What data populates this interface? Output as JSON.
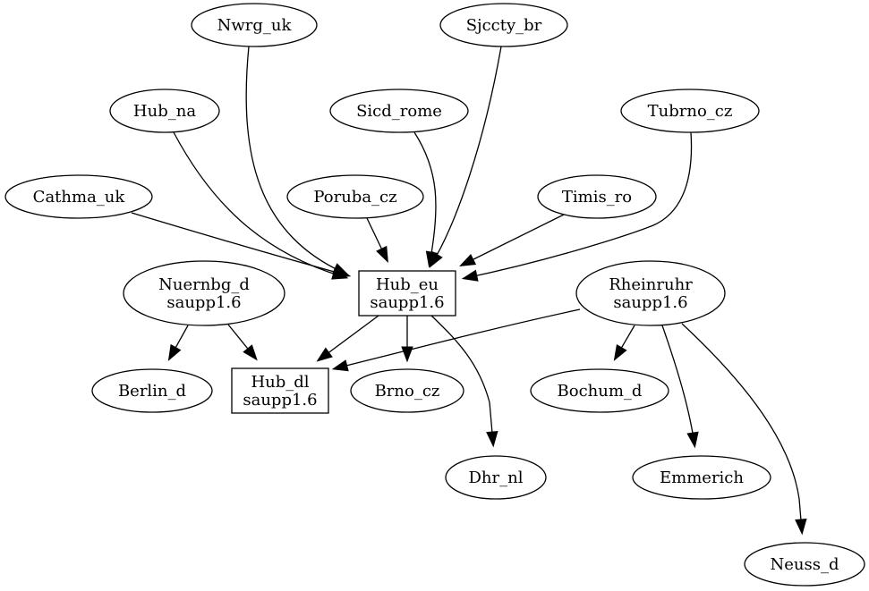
{
  "graph": {
    "nodes": [
      {
        "id": "nwrg_uk",
        "shape": "ellipse",
        "lines": [
          "Nwrg_uk"
        ]
      },
      {
        "id": "sjccty_br",
        "shape": "ellipse",
        "lines": [
          "Sjccty_br"
        ]
      },
      {
        "id": "hub_na",
        "shape": "ellipse",
        "lines": [
          "Hub_na"
        ]
      },
      {
        "id": "sicd_rome",
        "shape": "ellipse",
        "lines": [
          "Sicd_rome"
        ]
      },
      {
        "id": "tubrno_cz",
        "shape": "ellipse",
        "lines": [
          "Tubrno_cz"
        ]
      },
      {
        "id": "cathma_uk",
        "shape": "ellipse",
        "lines": [
          "Cathma_uk"
        ]
      },
      {
        "id": "poruba_cz",
        "shape": "ellipse",
        "lines": [
          "Poruba_cz"
        ]
      },
      {
        "id": "timis_ro",
        "shape": "ellipse",
        "lines": [
          "Timis_ro"
        ]
      },
      {
        "id": "hub_eu",
        "shape": "box",
        "lines": [
          "Hub_eu",
          "saupp1.6"
        ]
      },
      {
        "id": "nuernbg_d",
        "shape": "ellipse",
        "lines": [
          "Nuernbg_d",
          "saupp1.6"
        ]
      },
      {
        "id": "rheinruhr",
        "shape": "ellipse",
        "lines": [
          "Rheinruhr",
          "saupp1.6"
        ]
      },
      {
        "id": "berlin_d",
        "shape": "ellipse",
        "lines": [
          "Berlin_d"
        ]
      },
      {
        "id": "hub_dl",
        "shape": "box",
        "lines": [
          "Hub_dl",
          "saupp1.6"
        ]
      },
      {
        "id": "brno_cz",
        "shape": "ellipse",
        "lines": [
          "Brno_cz"
        ]
      },
      {
        "id": "bochum_d",
        "shape": "ellipse",
        "lines": [
          "Bochum_d"
        ]
      },
      {
        "id": "dhr_nl",
        "shape": "ellipse",
        "lines": [
          "Dhr_nl"
        ]
      },
      {
        "id": "emmerich",
        "shape": "ellipse",
        "lines": [
          "Emmerich"
        ]
      },
      {
        "id": "neuss_d",
        "shape": "ellipse",
        "lines": [
          "Neuss_d"
        ]
      }
    ],
    "edges": [
      {
        "from": "nwrg_uk",
        "to": "hub_eu"
      },
      {
        "from": "sjccty_br",
        "to": "hub_eu"
      },
      {
        "from": "hub_na",
        "to": "hub_eu"
      },
      {
        "from": "sicd_rome",
        "to": "hub_eu"
      },
      {
        "from": "tubrno_cz",
        "to": "hub_eu"
      },
      {
        "from": "cathma_uk",
        "to": "hub_eu"
      },
      {
        "from": "poruba_cz",
        "to": "hub_eu"
      },
      {
        "from": "timis_ro",
        "to": "hub_eu"
      },
      {
        "from": "hub_eu",
        "to": "hub_dl"
      },
      {
        "from": "hub_eu",
        "to": "brno_cz"
      },
      {
        "from": "hub_eu",
        "to": "dhr_nl"
      },
      {
        "from": "nuernbg_d",
        "to": "berlin_d"
      },
      {
        "from": "nuernbg_d",
        "to": "hub_dl"
      },
      {
        "from": "rheinruhr",
        "to": "hub_dl"
      },
      {
        "from": "rheinruhr",
        "to": "bochum_d"
      },
      {
        "from": "rheinruhr",
        "to": "emmerich"
      },
      {
        "from": "rheinruhr",
        "to": "neuss_d"
      }
    ]
  }
}
